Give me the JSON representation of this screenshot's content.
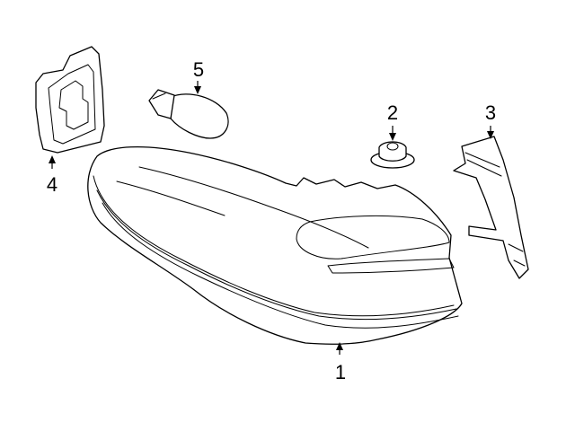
{
  "callouts": [
    {
      "id": "1",
      "label": "1",
      "part": "tail-lamp-assembly"
    },
    {
      "id": "2",
      "label": "2",
      "part": "grommet"
    },
    {
      "id": "3",
      "label": "3",
      "part": "bracket"
    },
    {
      "id": "4",
      "label": "4",
      "part": "socket-gasket"
    },
    {
      "id": "5",
      "label": "5",
      "part": "bulb"
    }
  ]
}
